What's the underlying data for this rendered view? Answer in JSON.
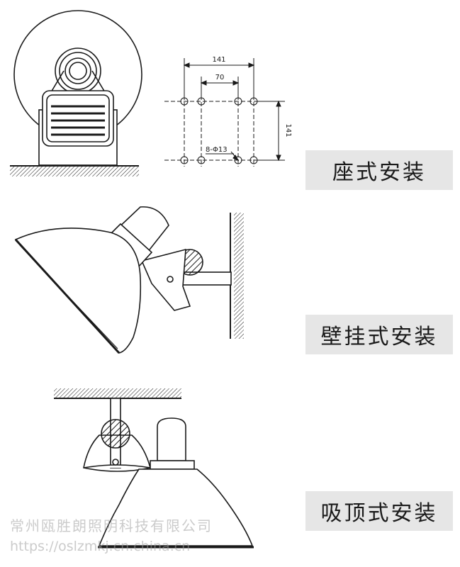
{
  "labels": {
    "seat_mount": "座式安装",
    "wall_mount": "壁挂式安装",
    "ceiling_mount": "吸顶式安装"
  },
  "dimensions": {
    "outer_width": "141",
    "inner_width": "70",
    "height": "141",
    "holes": "8-Φ13"
  },
  "watermark": {
    "company": "常州瓯胜朗照明科技有限公司",
    "url": "https://oslzmkj.cn.china.cn"
  },
  "colors": {
    "line": "#1a1a1a",
    "label_bg": "#e6e6e6",
    "watermark": "#a0a0a0"
  }
}
